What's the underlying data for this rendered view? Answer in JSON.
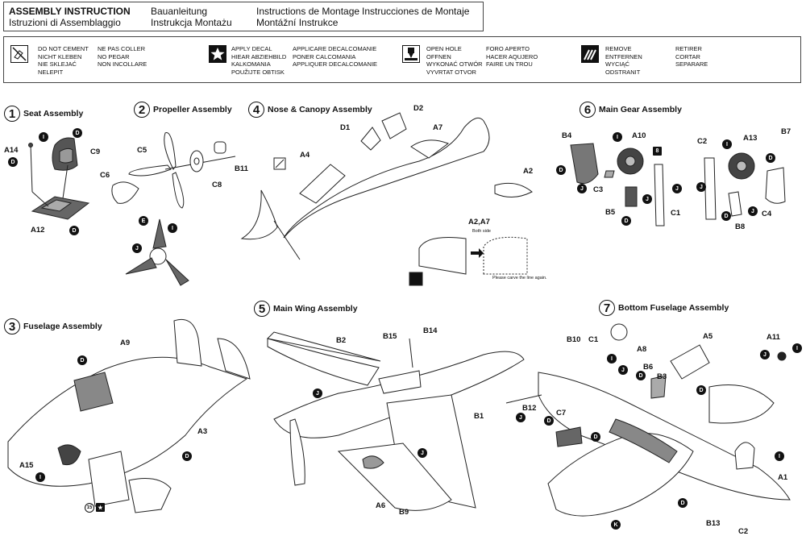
{
  "header": {
    "title": "ASSEMBLY INSTRUCTION",
    "it": "Istruzioni di Assemblaggio",
    "de": "Bauanleitung",
    "pl": "Instrukcja Montażu",
    "fr": "Instructions de Montage",
    "cz": "Montážní Instrukce",
    "es": "Instrucciones de Montaje"
  },
  "legend": [
    {
      "icon": "no-cement-icon",
      "col1": [
        "DO NOT CEMENT",
        "NICHT KLEBEN",
        "NIE SKLEJAĆ",
        "NELEPIT"
      ],
      "col2": [
        "NE PAS COLLER",
        "NO PEGAR",
        "NON INCOLLARE"
      ]
    },
    {
      "icon": "decal-star-icon",
      "col1": [
        "APPLY DECAL",
        "HIEAR ABZIEHBILD",
        "KALKOMANIA",
        "POUŽIJTE OBTISK"
      ],
      "col2": [
        "APPLICARE DECALCOMANIE",
        "PONER CALCOMANIA",
        "APPLIQUER DECALCOMANIE"
      ]
    },
    {
      "icon": "drill-hole-icon",
      "col1": [
        "OPEN HOLE",
        "OFFNEN",
        "WYKONAĆ OTWÓR",
        "VYVRTAT OTVOR"
      ],
      "col2": [
        "FORO APERTO",
        "HACER AQUJERO",
        "FAIRE UN TROU"
      ]
    },
    {
      "icon": "cut-remove-icon",
      "col1": [
        "REMOVE",
        "ENTFERNEN",
        "WYCIĄĆ",
        "ODSTRANIT"
      ],
      "col2": [
        "RETIRER",
        "CORTAR",
        "SEPARARE"
      ]
    }
  ],
  "steps": [
    {
      "n": "1",
      "name": "Seat Assembly"
    },
    {
      "n": "2",
      "name": "Propeller Assembly"
    },
    {
      "n": "4",
      "name": "Nose & Canopy Assembly"
    },
    {
      "n": "6",
      "name": "Main Gear Assembly"
    },
    {
      "n": "3",
      "name": "Fuselage Assembly"
    },
    {
      "n": "5",
      "name": "Main Wing Assembly"
    },
    {
      "n": "7",
      "name": "Bottom Fuselage Assembly"
    }
  ],
  "parts": {
    "s1": [
      "A14",
      "C9",
      "A12"
    ],
    "s2": [
      "C5",
      "C6",
      "C8",
      "B11"
    ],
    "s4": [
      "D1",
      "D2",
      "A7",
      "A4",
      "A2",
      "A2,A7"
    ],
    "s4_notes": [
      "Both side",
      "Please carve the line again."
    ],
    "s6": [
      "B4",
      "A10",
      "B7",
      "C2",
      "A13",
      "C3",
      "B5",
      "C1",
      "C4",
      "B8"
    ],
    "s3": [
      "A9",
      "A3",
      "A15"
    ],
    "s5": [
      "B15",
      "B14",
      "B2",
      "B1",
      "A6",
      "B9"
    ],
    "s7": [
      "A5",
      "A11",
      "B10",
      "C1",
      "A8",
      "B6",
      "B3",
      "B12",
      "C7",
      "A1",
      "B13",
      "C2"
    ],
    "decal_no": "15"
  },
  "markers": {
    "I": "I",
    "D": "D",
    "J": "J",
    "E": "E",
    "K": "K",
    "eight": "8"
  }
}
